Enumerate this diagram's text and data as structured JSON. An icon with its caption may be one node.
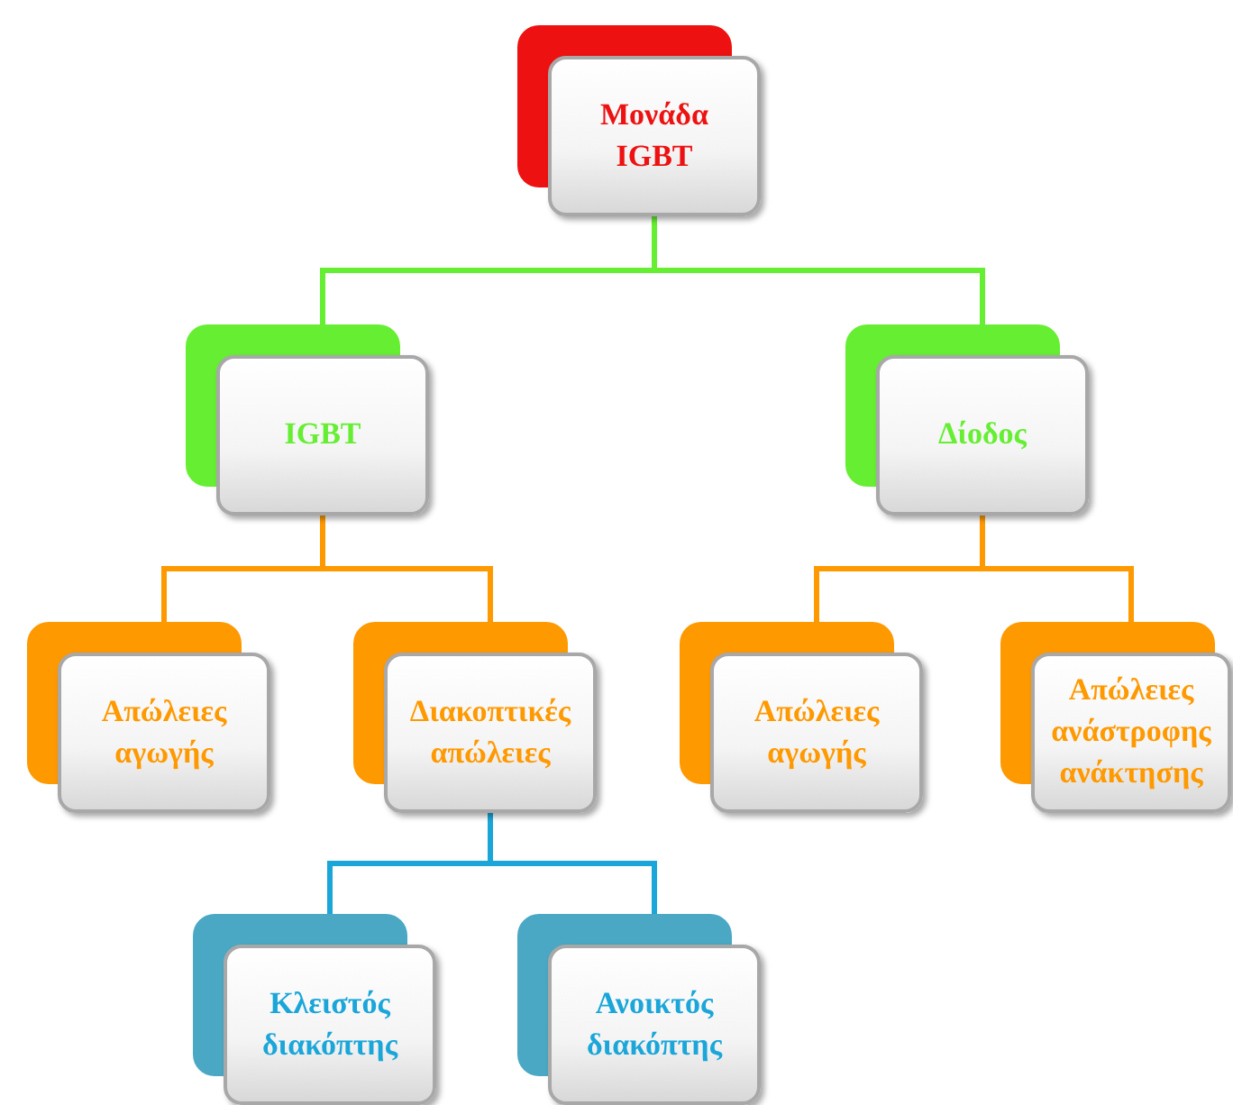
{
  "diagram": {
    "nodes": [
      {
        "text": [
          "Μονάδα IGBT"
        ]
      },
      {
        "text": [
          "IGBT"
        ]
      },
      {
        "text": [
          "Δίοδος"
        ]
      },
      {
        "text": [
          "Απώλειες αγωγής"
        ]
      },
      {
        "text": [
          "Διακοπτικές απώλειες"
        ]
      },
      {
        "text": [
          "Απώλειες αγωγής"
        ]
      },
      {
        "text": [
          "Απώλειες ανάστροφης ανάκτησης"
        ]
      },
      {
        "text": [
          "Κλειστός διακόπτης"
        ]
      },
      {
        "text": [
          "Ανοικτός διακόπτης"
        ]
      }
    ],
    "edges": [
      {
        "from": 0,
        "to": 1,
        "arrow": "none",
        "color": "#66ee33"
      },
      {
        "from": 0,
        "to": 2,
        "arrow": "none",
        "color": "#66ee33"
      },
      {
        "from": 1,
        "to": 3,
        "arrow": "none"
      },
      {
        "from": 1,
        "to": 4,
        "arrow": "none"
      },
      {
        "from": 2,
        "to": 5,
        "arrow": "none"
      },
      {
        "from": 2,
        "to": 6,
        "arrow": "none"
      },
      {
        "from": 4,
        "to": 7,
        "arrow": "none",
        "color": "#1aa6d9"
      },
      {
        "from": 4,
        "to": 8,
        "arrow": "none",
        "color": "#1aa6d9"
      }
    ]
  }
}
